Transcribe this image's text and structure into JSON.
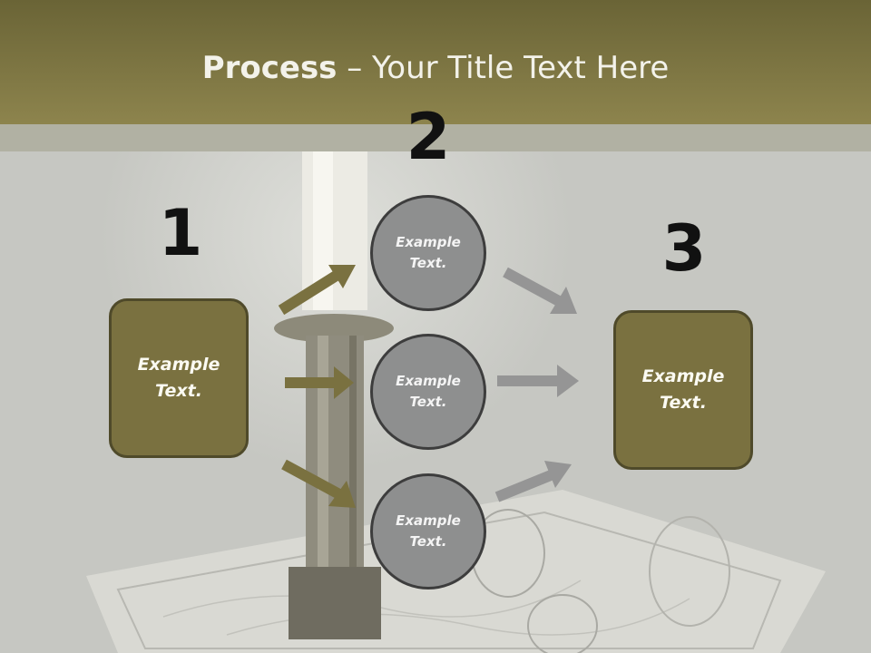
{
  "title": {
    "bold": "Process",
    "rest": " – Your Title Text Here"
  },
  "steps": {
    "one": "1",
    "two": "2",
    "three": "3"
  },
  "left_box": "Example\nText.",
  "right_box": "Example\nText.",
  "circles": [
    "Example\nText.",
    "Example\nText.",
    "Example\nText."
  ],
  "colors": {
    "olive": "#7a7140",
    "olive_dark": "#4f4a2a",
    "gray_circle": "#8e8f8f",
    "gray_arrow": "#959595"
  }
}
